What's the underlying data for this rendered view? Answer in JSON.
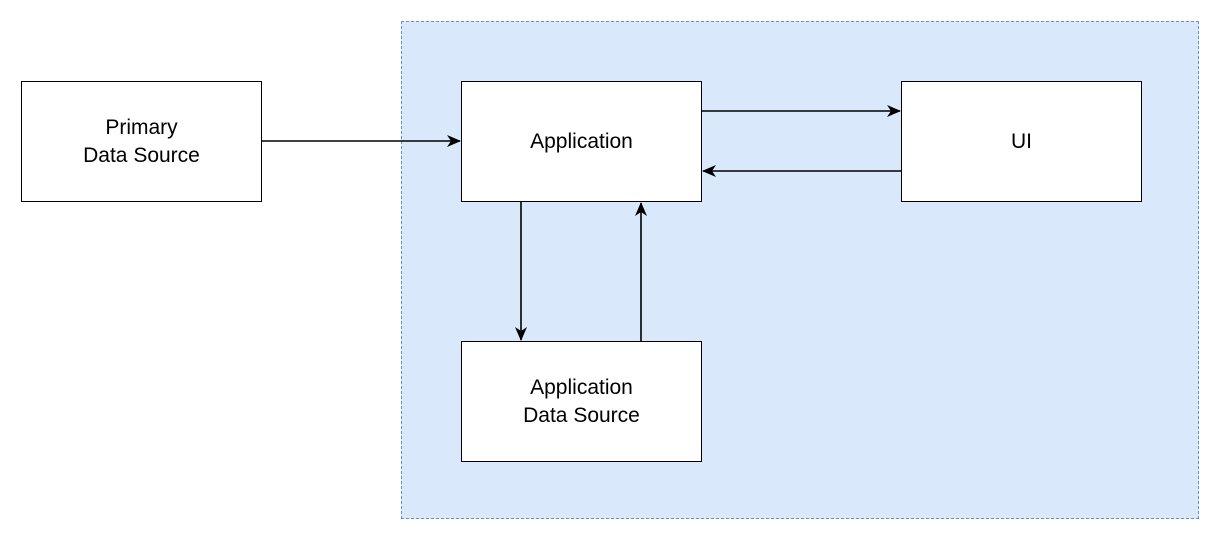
{
  "diagram": {
    "group": {
      "fill": "#dae8fc",
      "stroke": "#6c8ebf"
    },
    "nodes": {
      "primary_data_source": "Primary\nData Source",
      "application": "Application",
      "ui": "UI",
      "application_data_source": "Application\nData Source"
    },
    "edges": [
      {
        "from": "primary_data_source",
        "to": "application"
      },
      {
        "from": "application",
        "to": "ui"
      },
      {
        "from": "ui",
        "to": "application"
      },
      {
        "from": "application",
        "to": "application_data_source"
      },
      {
        "from": "application_data_source",
        "to": "application"
      }
    ]
  }
}
